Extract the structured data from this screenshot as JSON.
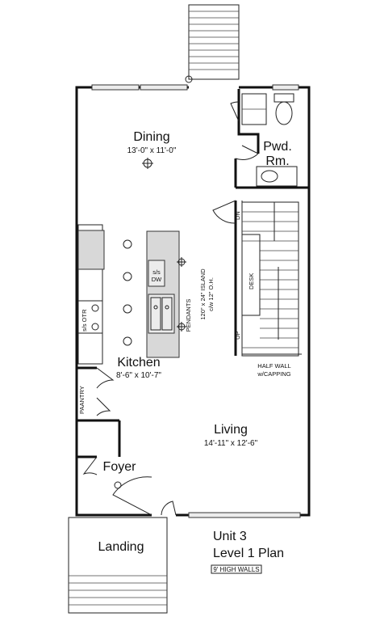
{
  "rooms": {
    "dining": {
      "name": "Dining",
      "dims": "13'-0\" x 11'-0\""
    },
    "pwd": {
      "line1": "Pwd.",
      "line2": "Rm."
    },
    "kitchen": {
      "name": "Kitchen",
      "dims": "8'-6\" x 10'-7\""
    },
    "living": {
      "name": "Living",
      "dims": "14'-11\" x 12'-6\""
    },
    "foyer": {
      "name": "Foyer"
    },
    "landing": {
      "name": "Landing"
    }
  },
  "labels": {
    "dn": "DN",
    "up": "UP",
    "desk": "DESK",
    "ss_dw_1": "s/s",
    "ss_dw_2": "DW",
    "ss_otr": "s/s OTR",
    "pantry": "PAANTRY",
    "pendants": "PENDANTS",
    "island_1": "120\" x 24\" ISLAND",
    "island_2": "c/w 12\" O.H.",
    "half_wall_1": "HALF WALL",
    "half_wall_2": "w/CAPPING"
  },
  "plan": {
    "title_1": "Unit 3",
    "title_2": "Level 1 Plan",
    "ceiling": "9' HIGH WALLS"
  }
}
